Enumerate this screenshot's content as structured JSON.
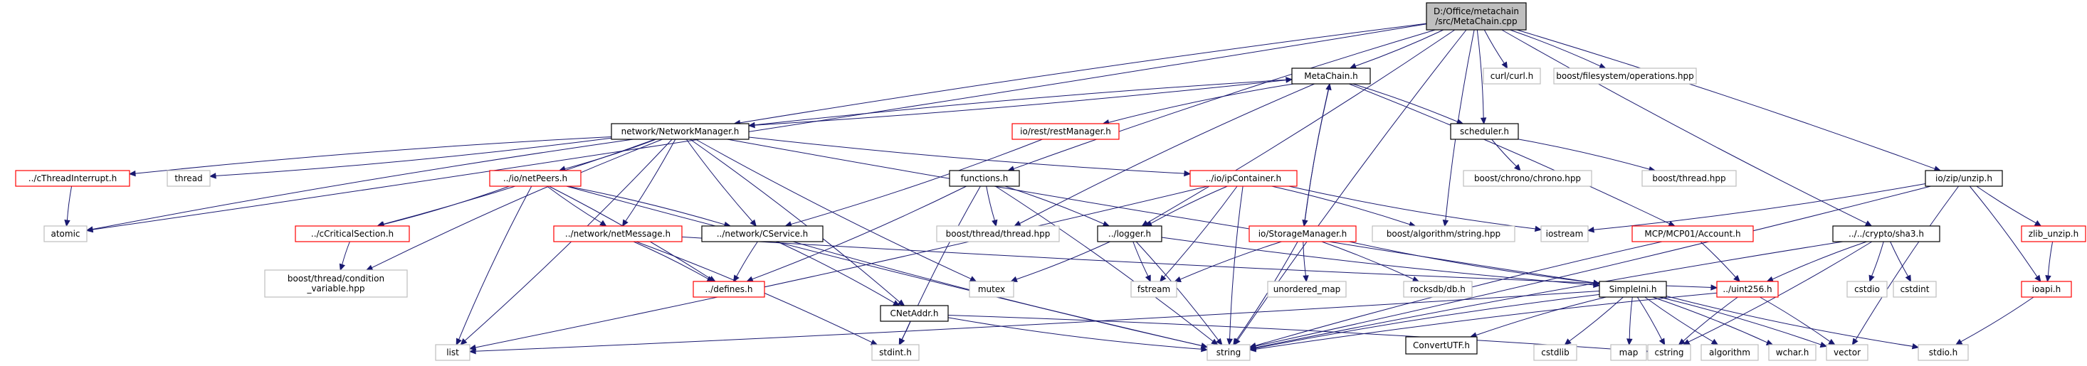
{
  "colors": {
    "edge": "#191970",
    "root_fill": "#bfbfbf",
    "missing_border": "#ff0000",
    "default_border": "#bfbfbf",
    "project_border": "#000000"
  },
  "nodes": [
    {
      "id": "root",
      "kind": "root",
      "lines": [
        "D:/Office/metachain",
        "/src/MetaChain.cpp"
      ]
    },
    {
      "id": "metachain_h",
      "kind": "project",
      "lines": [
        "MetaChain.h"
      ]
    },
    {
      "id": "curl_h",
      "kind": "default",
      "lines": [
        "curl/curl.h"
      ]
    },
    {
      "id": "boost_fs_ops",
      "kind": "default",
      "lines": [
        "boost/filesystem/operations.hpp"
      ]
    },
    {
      "id": "network_manager_h",
      "kind": "project",
      "lines": [
        "network/NetworkManager.h"
      ]
    },
    {
      "id": "rest_manager_h",
      "kind": "missing",
      "lines": [
        "io/rest/restManager.h"
      ]
    },
    {
      "id": "scheduler_h",
      "kind": "project",
      "lines": [
        "scheduler.h"
      ]
    },
    {
      "id": "boost_chrono",
      "kind": "default",
      "lines": [
        "boost/chrono/chrono.hpp"
      ]
    },
    {
      "id": "boost_thread",
      "kind": "default",
      "lines": [
        "boost/thread.hpp"
      ]
    },
    {
      "id": "io_zip_unzip_h",
      "kind": "project",
      "lines": [
        "io/zip/unzip.h"
      ]
    },
    {
      "id": "cthreadinterrupt_h",
      "kind": "missing",
      "lines": [
        "../cThreadInterrupt.h"
      ]
    },
    {
      "id": "thread",
      "kind": "default",
      "lines": [
        "thread"
      ]
    },
    {
      "id": "io_netpeers_h",
      "kind": "missing",
      "lines": [
        "../io/netPeers.h"
      ]
    },
    {
      "id": "functions_h",
      "kind": "project",
      "lines": [
        "functions.h"
      ]
    },
    {
      "id": "io_ipcontainer_h",
      "kind": "missing",
      "lines": [
        "../io/ipContainer.h"
      ]
    },
    {
      "id": "atomic",
      "kind": "default",
      "lines": [
        "atomic"
      ]
    },
    {
      "id": "ccriticalsection_h",
      "kind": "missing",
      "lines": [
        "../cCriticalSection.h"
      ]
    },
    {
      "id": "network_netmessage_h",
      "kind": "missing",
      "lines": [
        "../network/netMessage.h"
      ]
    },
    {
      "id": "network_cservice_h",
      "kind": "project",
      "lines": [
        "../network/CService.h"
      ]
    },
    {
      "id": "boost_thread_thread",
      "kind": "default",
      "lines": [
        "boost/thread/thread.hpp"
      ]
    },
    {
      "id": "logger_h",
      "kind": "project",
      "lines": [
        "../logger.h"
      ]
    },
    {
      "id": "io_storagemanager_h",
      "kind": "missing",
      "lines": [
        "io/StorageManager.h"
      ]
    },
    {
      "id": "boost_algo_string",
      "kind": "default",
      "lines": [
        "boost/algorithm/string.hpp"
      ]
    },
    {
      "id": "iostream",
      "kind": "default",
      "lines": [
        "iostream"
      ]
    },
    {
      "id": "mcp01_account_h",
      "kind": "missing",
      "lines": [
        "MCP/MCP01/Account.h"
      ]
    },
    {
      "id": "crypto_sha3_h",
      "kind": "project",
      "lines": [
        "../../crypto/sha3.h"
      ]
    },
    {
      "id": "zlib_unzip_h",
      "kind": "missing",
      "lines": [
        "zlib_unzip.h"
      ]
    },
    {
      "id": "boost_thread_cv",
      "kind": "default",
      "lines": [
        "boost/thread/condition",
        "_variable.hpp"
      ]
    },
    {
      "id": "defines_h",
      "kind": "missing",
      "lines": [
        "../defines.h"
      ]
    },
    {
      "id": "mutex",
      "kind": "default",
      "lines": [
        "mutex"
      ]
    },
    {
      "id": "cnetaddr_h",
      "kind": "project",
      "lines": [
        "CNetAddr.h"
      ]
    },
    {
      "id": "fstream",
      "kind": "default",
      "lines": [
        "fstream"
      ]
    },
    {
      "id": "unordered_map",
      "kind": "default",
      "lines": [
        "unordered_map"
      ]
    },
    {
      "id": "rocksdb_db_h",
      "kind": "default",
      "lines": [
        "rocksdb/db.h"
      ]
    },
    {
      "id": "simpleini_h",
      "kind": "project",
      "lines": [
        "SimpleIni.h"
      ]
    },
    {
      "id": "uint256_h",
      "kind": "missing",
      "lines": [
        "../uint256.h"
      ]
    },
    {
      "id": "cstdio",
      "kind": "default",
      "lines": [
        "cstdio"
      ]
    },
    {
      "id": "cstdint",
      "kind": "default",
      "lines": [
        "cstdint"
      ]
    },
    {
      "id": "ioapi_h",
      "kind": "missing",
      "lines": [
        "ioapi.h"
      ]
    },
    {
      "id": "list",
      "kind": "default",
      "lines": [
        "list"
      ]
    },
    {
      "id": "stdint_h",
      "kind": "default",
      "lines": [
        "stdint.h"
      ]
    },
    {
      "id": "string",
      "kind": "default",
      "lines": [
        "string"
      ]
    },
    {
      "id": "convertutf_h",
      "kind": "project",
      "lines": [
        "ConvertUTF.h"
      ]
    },
    {
      "id": "cstdlib",
      "kind": "default",
      "lines": [
        "cstdlib"
      ]
    },
    {
      "id": "map",
      "kind": "default",
      "lines": [
        "map"
      ]
    },
    {
      "id": "cstring",
      "kind": "default",
      "lines": [
        "cstring"
      ]
    },
    {
      "id": "algorithm",
      "kind": "default",
      "lines": [
        "algorithm"
      ]
    },
    {
      "id": "wchar_h",
      "kind": "default",
      "lines": [
        "wchar.h"
      ]
    },
    {
      "id": "vector",
      "kind": "default",
      "lines": [
        "vector"
      ]
    },
    {
      "id": "stdio_h",
      "kind": "default",
      "lines": [
        "stdio.h"
      ]
    }
  ],
  "edges": [
    [
      "root",
      "metachain_h"
    ],
    [
      "root",
      "curl_h"
    ],
    [
      "root",
      "boost_fs_ops"
    ],
    [
      "root",
      "network_manager_h"
    ],
    [
      "root",
      "scheduler_h"
    ],
    [
      "root",
      "functions_h"
    ],
    [
      "root",
      "logger_h"
    ],
    [
      "root",
      "boost_algo_string"
    ],
    [
      "root",
      "io_zip_unzip_h"
    ],
    [
      "root",
      "crypto_sha3_h"
    ],
    [
      "root",
      "atomic"
    ],
    [
      "root",
      "string"
    ],
    [
      "metachain_h",
      "network_manager_h"
    ],
    [
      "metachain_h",
      "rest_manager_h"
    ],
    [
      "metachain_h",
      "scheduler_h"
    ],
    [
      "metachain_h",
      "io_storagemanager_h"
    ],
    [
      "metachain_h",
      "mcp01_account_h"
    ],
    [
      "metachain_h",
      "boost_thread_thread"
    ],
    [
      "network_manager_h",
      "metachain_h"
    ],
    [
      "network_manager_h",
      "cthreadinterrupt_h"
    ],
    [
      "network_manager_h",
      "thread"
    ],
    [
      "network_manager_h",
      "atomic"
    ],
    [
      "network_manager_h",
      "io_netpeers_h"
    ],
    [
      "network_manager_h",
      "io_ipcontainer_h"
    ],
    [
      "network_manager_h",
      "ccriticalsection_h"
    ],
    [
      "network_manager_h",
      "boost_thread_cv"
    ],
    [
      "network_manager_h",
      "network_netmessage_h"
    ],
    [
      "network_manager_h",
      "network_cservice_h"
    ],
    [
      "network_manager_h",
      "cnetaddr_h"
    ],
    [
      "network_manager_h",
      "mutex"
    ],
    [
      "network_manager_h",
      "list"
    ],
    [
      "network_manager_h",
      "simpleini_h"
    ],
    [
      "rest_manager_h",
      "network_cservice_h"
    ],
    [
      "scheduler_h",
      "boost_chrono"
    ],
    [
      "scheduler_h",
      "boost_thread"
    ],
    [
      "cthreadinterrupt_h",
      "atomic"
    ],
    [
      "io_netpeers_h",
      "ccriticalsection_h"
    ],
    [
      "io_netpeers_h",
      "network_netmessage_h"
    ],
    [
      "io_netpeers_h",
      "network_cservice_h"
    ],
    [
      "io_netpeers_h",
      "list"
    ],
    [
      "io_netpeers_h",
      "defines_h"
    ],
    [
      "io_netpeers_h",
      "string"
    ],
    [
      "functions_h",
      "logger_h"
    ],
    [
      "functions_h",
      "boost_thread_thread"
    ],
    [
      "functions_h",
      "defines_h"
    ],
    [
      "functions_h",
      "stdint_h"
    ],
    [
      "functions_h",
      "string"
    ],
    [
      "io_ipcontainer_h",
      "logger_h"
    ],
    [
      "io_ipcontainer_h",
      "list"
    ],
    [
      "io_ipcontainer_h",
      "iostream"
    ],
    [
      "io_ipcontainer_h",
      "fstream"
    ],
    [
      "io_ipcontainer_h",
      "string"
    ],
    [
      "io_ipcontainer_h",
      "boost_algo_string"
    ],
    [
      "ccriticalsection_h",
      "boost_thread_cv"
    ],
    [
      "network_netmessage_h",
      "defines_h"
    ],
    [
      "network_netmessage_h",
      "uint256_h"
    ],
    [
      "network_netmessage_h",
      "stdint_h"
    ],
    [
      "network_cservice_h",
      "defines_h"
    ],
    [
      "network_cservice_h",
      "cnetaddr_h"
    ],
    [
      "network_cservice_h",
      "string"
    ],
    [
      "logger_h",
      "mutex"
    ],
    [
      "logger_h",
      "fstream"
    ],
    [
      "logger_h",
      "string"
    ],
    [
      "logger_h",
      "simpleini_h"
    ],
    [
      "io_storagemanager_h",
      "metachain_h"
    ],
    [
      "io_storagemanager_h",
      "unordered_map"
    ],
    [
      "io_storagemanager_h",
      "rocksdb_db_h"
    ],
    [
      "io_storagemanager_h",
      "fstream"
    ],
    [
      "io_storagemanager_h",
      "string"
    ],
    [
      "io_storagemanager_h",
      "simpleini_h"
    ],
    [
      "mcp01_account_h",
      "uint256_h"
    ],
    [
      "mcp01_account_h",
      "string"
    ],
    [
      "io_zip_unzip_h",
      "iostream"
    ],
    [
      "io_zip_unzip_h",
      "zlib_unzip_h"
    ],
    [
      "io_zip_unzip_h",
      "ioapi_h"
    ],
    [
      "io_zip_unzip_h",
      "vector"
    ],
    [
      "io_zip_unzip_h",
      "string"
    ],
    [
      "zlib_unzip_h",
      "ioapi_h"
    ],
    [
      "ioapi_h",
      "stdio_h"
    ],
    [
      "crypto_sha3_h",
      "uint256_h"
    ],
    [
      "crypto_sha3_h",
      "cstdio"
    ],
    [
      "crypto_sha3_h",
      "cstdint"
    ],
    [
      "crypto_sha3_h",
      "cstring"
    ],
    [
      "crypto_sha3_h",
      "string"
    ],
    [
      "cnetaddr_h",
      "stdint_h"
    ],
    [
      "cnetaddr_h",
      "string"
    ],
    [
      "cnetaddr_h",
      "cstring"
    ],
    [
      "simpleini_h",
      "string"
    ],
    [
      "simpleini_h",
      "list"
    ],
    [
      "simpleini_h",
      "convertutf_h"
    ],
    [
      "simpleini_h",
      "cstdlib"
    ],
    [
      "simpleini_h",
      "map"
    ],
    [
      "simpleini_h",
      "cstring"
    ],
    [
      "simpleini_h",
      "algorithm"
    ],
    [
      "simpleini_h",
      "wchar_h"
    ],
    [
      "simpleini_h",
      "stdio_h"
    ],
    [
      "simpleini_h",
      "vector"
    ],
    [
      "uint256_h",
      "string"
    ],
    [
      "uint256_h",
      "vector"
    ],
    [
      "uint256_h",
      "cstring"
    ]
  ]
}
